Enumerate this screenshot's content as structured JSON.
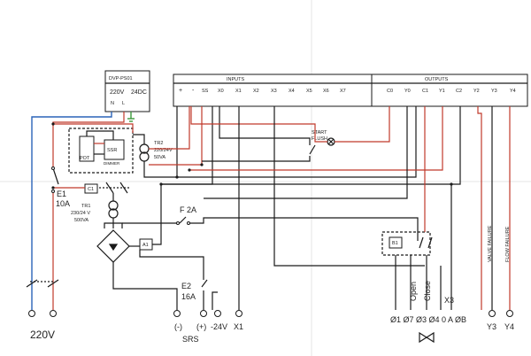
{
  "plc": {
    "model": "DVP-PS01",
    "supply_220": "220V",
    "supply_24": "24DC",
    "n_label": "N",
    "l_label": "L"
  },
  "inputs": {
    "header": "INPUTS",
    "terminals": [
      "+",
      "-",
      "SS",
      "X0",
      "X1",
      "X2",
      "X3",
      "X4",
      "X5",
      "X6",
      "X7"
    ]
  },
  "outputs": {
    "header": "OUTPUTS",
    "terminals": [
      "C0",
      "Y0",
      "C1",
      "Y1",
      "C2",
      "Y2",
      "Y3",
      "Y4"
    ]
  },
  "start_flush": [
    "START",
    "FLUSH"
  ],
  "components": {
    "pot": "POT",
    "ssr": "SSR",
    "ssr_sub": "DIMMER",
    "tr2": [
      "TR2",
      "220/24V",
      "50VA"
    ],
    "tr1": [
      "TR1",
      "230/24 V",
      "500VA"
    ],
    "c1": "C1",
    "a1": "A1",
    "b1": "B1",
    "e1": [
      "E1",
      "10A"
    ],
    "f2a": "F 2A",
    "e2": [
      "E2",
      "16A"
    ]
  },
  "failures": {
    "valve": "VALVE FAILURE",
    "flow": "FLOW FAILURE"
  },
  "actuator": {
    "open": "Open",
    "close": "Close",
    "x3": "X3",
    "terminals": "Ø1 Ø7 Ø3 Ø4 0 A ØB"
  },
  "bottom_terminals": {
    "supply": "220V",
    "minus": "(-)",
    "plus": "(+)",
    "srs": "SRS",
    "v24": "-24V",
    "x1": "X1",
    "y3": "Y3",
    "y4": "Y4"
  }
}
